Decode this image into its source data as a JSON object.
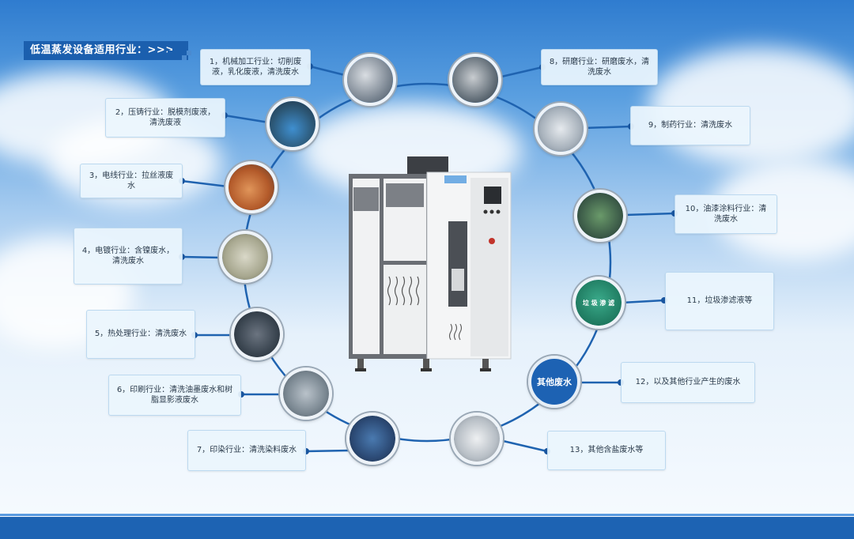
{
  "title": "低温蒸发设备适用行业：>>>",
  "industries": [
    {
      "text": "1，机械加工行业：切削废液，乳化废液，清洗废水"
    },
    {
      "text": "2，压铸行业：脱模剂废液，清洗废液"
    },
    {
      "text": "3，电线行业：拉丝液废水"
    },
    {
      "text": "4，电镀行业：含镍废水，清洗废水"
    },
    {
      "text": "5，热处理行业：清洗废水"
    },
    {
      "text": "6，印刷行业：清洗油墨废水和树脂显影液废水"
    },
    {
      "text": "7，印染行业：清洗染料废水"
    },
    {
      "text": "8，研磨行业：研磨废水，清洗废水"
    },
    {
      "text": "9，制药行业：清洗废水"
    },
    {
      "text": "10，油漆涂料行业：清洗废水"
    },
    {
      "text": "11，垃圾渗滤液等"
    },
    {
      "text": "12，以及其他行业产生的废水"
    },
    {
      "text": "13，其他含盐废水等"
    }
  ],
  "center_circle": "其他废水",
  "sign_text": "垃 圾 渗 滤",
  "colors": {
    "accent": "#1b5fae",
    "line": "#1f63b0",
    "dot": "#1a56a0"
  }
}
